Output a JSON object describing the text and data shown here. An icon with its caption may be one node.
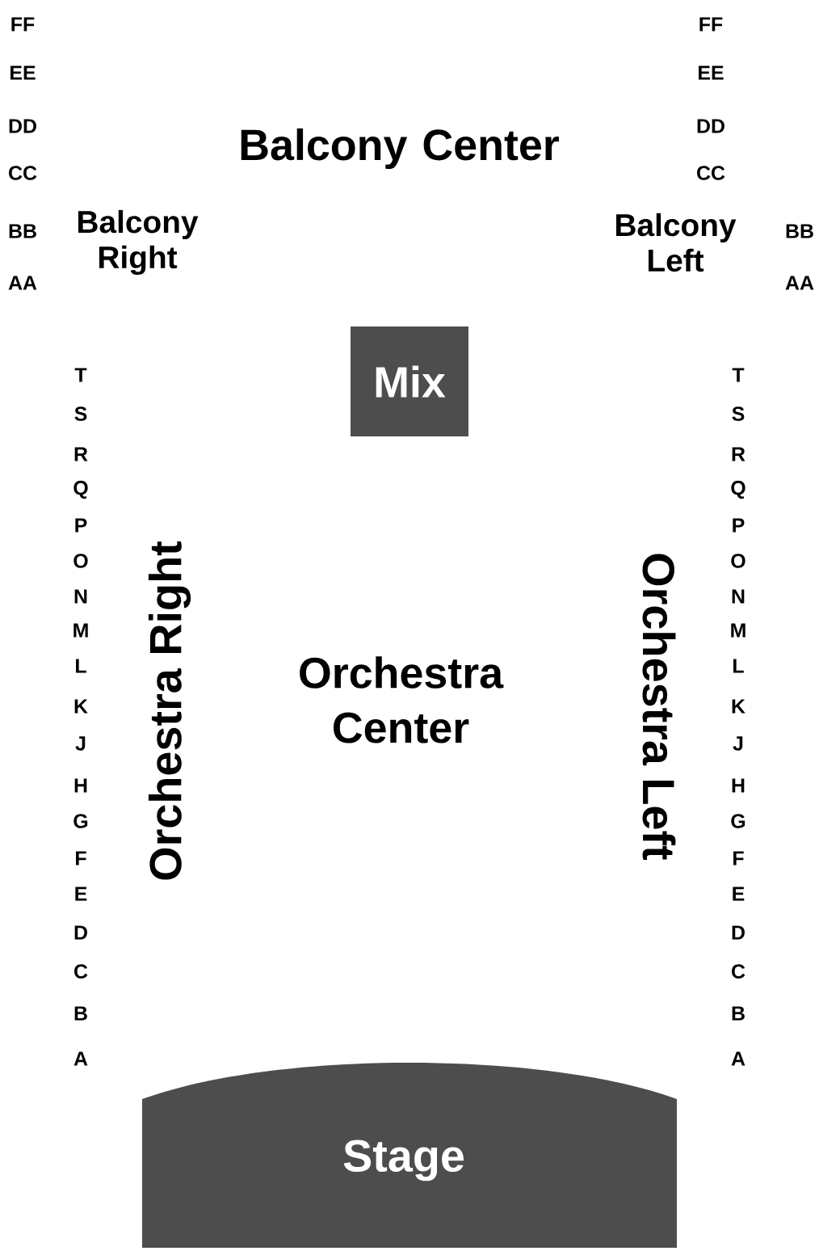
{
  "diagram": {
    "nodes": [
      {
        "text": [
          "Mix"
        ]
      },
      {
        "text": [
          "Stage"
        ]
      }
    ],
    "labels": [
      "FF",
      "FF",
      "EE",
      "EE",
      "Balcony Center",
      "DD",
      "DD",
      "CC",
      "CC",
      "BB",
      "Balcony Right",
      "Balcony Left",
      "BB",
      "AA",
      "AA",
      "T",
      "T",
      "S",
      "S",
      "R",
      "R",
      "Q",
      "Q",
      "P",
      "P",
      "O",
      "O",
      "N",
      "N",
      "M",
      "M",
      "L",
      "L",
      "K",
      "K",
      "J",
      "J",
      "H",
      "H",
      "G",
      "G",
      "F",
      "F",
      "E",
      "E",
      "D",
      "D",
      "C",
      "C",
      "B",
      "B",
      "A",
      "A",
      "Orchestra Right",
      "Orchestra Center",
      "Orchestra Left"
    ]
  }
}
